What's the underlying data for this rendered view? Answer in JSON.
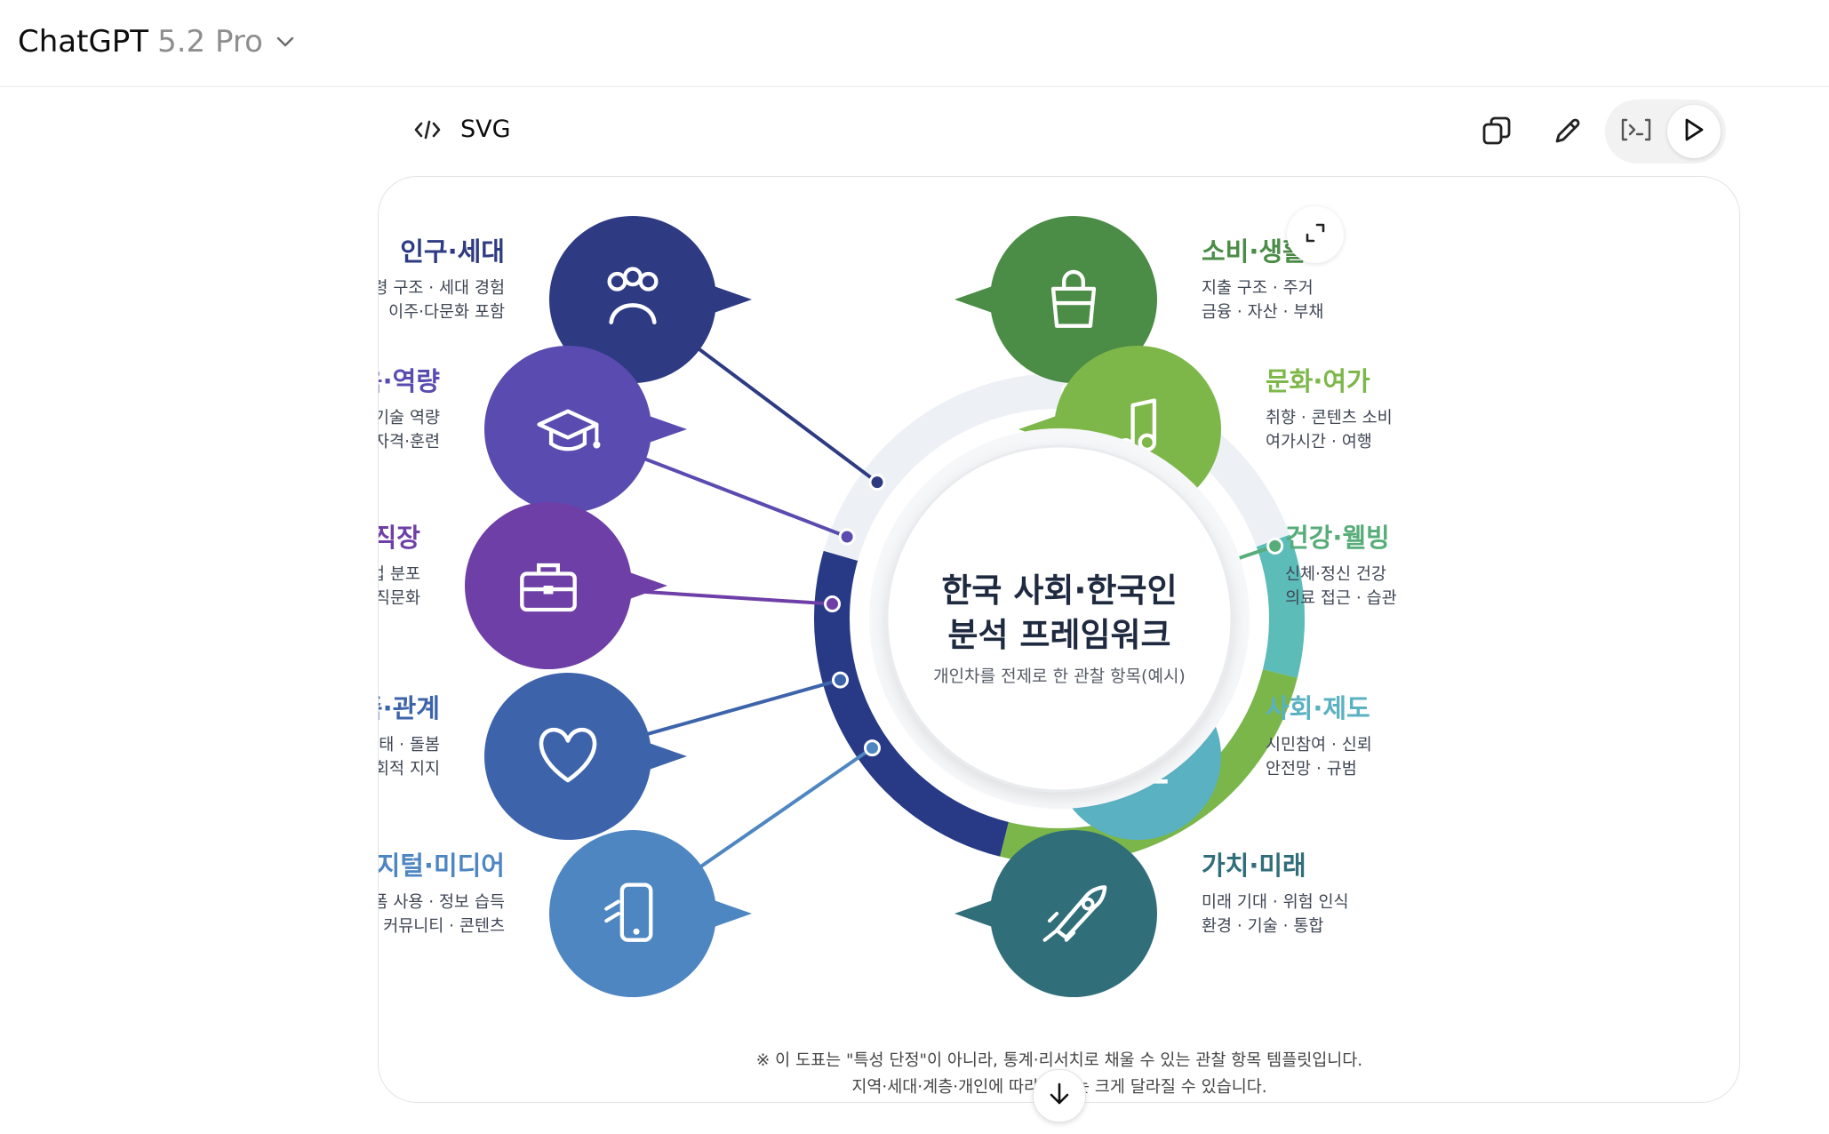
{
  "header": {
    "model_name": "ChatGPT",
    "model_version": "5.2 Pro"
  },
  "code_block": {
    "language": "SVG"
  },
  "infographic": {
    "title_line1": "한국 사회·한국인",
    "title_line2": "분석 프레임워크",
    "subtitle": "개인차를 전제로 한 관찰 항목(예시)",
    "footnote_line1": "※ 이 도표는 \"특성 단정\"이 아니라, 통계·리서치로 채울 수 있는 관찰 항목 템플릿입니다.",
    "footnote_line2": "지역·세대·계층·개인에 따라 결과는 크게 달라질 수 있습니다.",
    "categories": [
      {
        "title": "인구·세대",
        "line1": "연령 구조 · 세대 경험",
        "line2": "이주·다문화 포함",
        "icon": "people-icon",
        "color": "#2e3b83"
      },
      {
        "title": "교육·역량",
        "line1": "학습 환경 · 기술 역량",
        "line2": "진학·자격·훈련",
        "icon": "graduation-cap-icon",
        "color": "#5a4bb1"
      },
      {
        "title": "노동·직장",
        "line1": "고용 형태 · 산업 분포",
        "line2": "근로조건 · 조직문화",
        "icon": "briefcase-icon",
        "color": "#6e3fa6"
      },
      {
        "title": "가족·관계",
        "line1": "가구 형태 · 돌봄",
        "line2": "관계망 · 사회적 지지",
        "icon": "heart-icon",
        "color": "#3d64ab"
      },
      {
        "title": "디지털·미디어",
        "line1": "플랫폼 사용 · 정보 습득",
        "line2": "커뮤니티 · 콘텐츠",
        "icon": "smartphone-icon",
        "color": "#4e86c2"
      },
      {
        "title": "소비·생활",
        "line1": "지출 구조 · 주거",
        "line2": "금융 · 자산 · 부채",
        "icon": "shopping-bag-icon",
        "color": "#4b8c46"
      },
      {
        "title": "문화·여가",
        "line1": "취향 · 콘텐츠 소비",
        "line2": "여가시간 · 여행",
        "icon": "music-note-icon",
        "color": "#7eb749"
      },
      {
        "title": "건강·웰빙",
        "line1": "신체·정신 건강",
        "line2": "의료 접근 · 습관",
        "icon": "plus-circle-icon",
        "color": "#57ad79"
      },
      {
        "title": "사회·제도",
        "line1": "시민참여 · 신뢰",
        "line2": "안전망 · 규범",
        "icon": "institution-icon",
        "color": "#5ab1c2"
      },
      {
        "title": "가치·미래",
        "line1": "미래 기대 · 위험 인식",
        "line2": "환경 · 기술 · 통합",
        "icon": "rocket-icon",
        "color": "#306e7a"
      }
    ]
  }
}
